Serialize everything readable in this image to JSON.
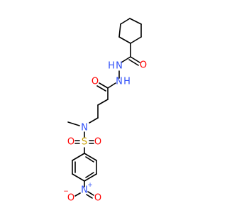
{
  "molecule": {
    "atoms": {
      "carbonyl_top_O": {
        "symbol": "O"
      },
      "hydrazide_N1": {
        "symbol": "N",
        "h": "H"
      },
      "hydrazide_N2": {
        "symbol": "N",
        "h": "H"
      },
      "amide_O": {
        "symbol": "O"
      },
      "sulfonamide_N": {
        "symbol": "N"
      },
      "sulfur": {
        "symbol": "S"
      },
      "sulfonyl_O_left": {
        "symbol": "O"
      },
      "sulfonyl_O_right": {
        "symbol": "O"
      },
      "nitro_N": {
        "symbol": "N",
        "charge": "+"
      },
      "nitro_O_left": {
        "symbol": "O",
        "charge": "−"
      },
      "nitro_O_right": {
        "symbol": "O"
      }
    },
    "colors": {
      "carbon": "#000000",
      "oxygen": "#ff0000",
      "nitrogen": "#3050f8",
      "sulfur": "#c8a000"
    }
  }
}
